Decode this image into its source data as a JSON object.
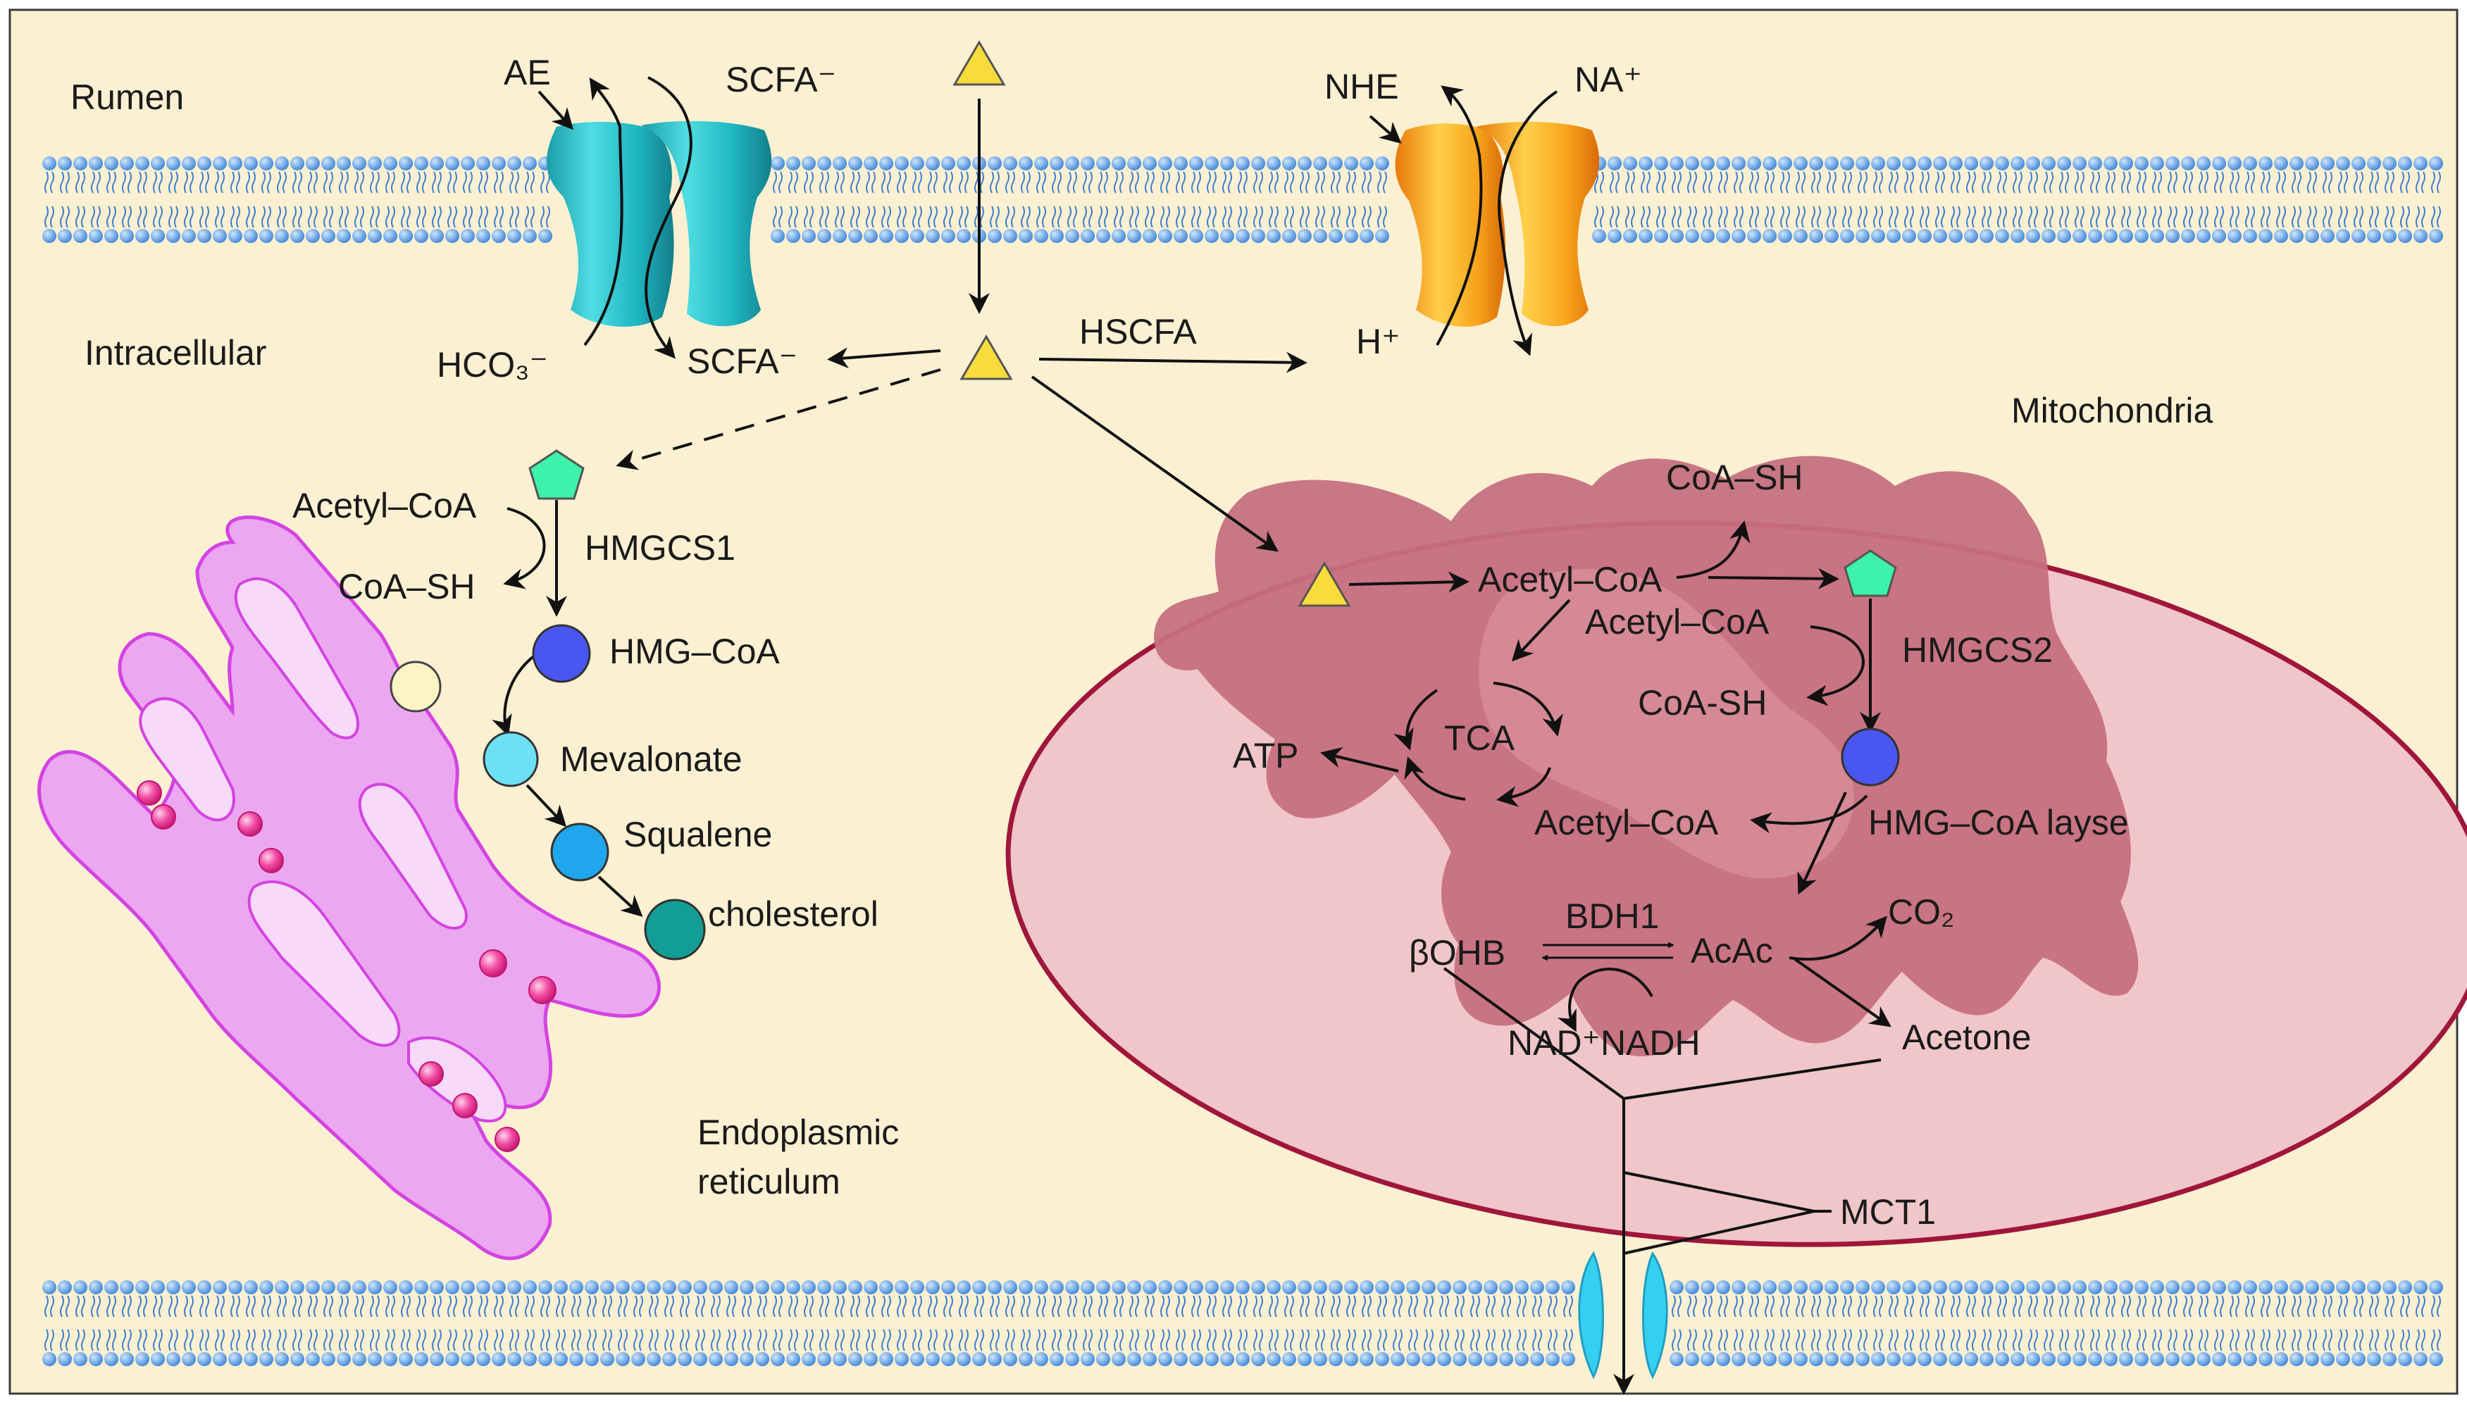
{
  "regions": {
    "rumen": "Rumen",
    "intracellular": "Intracellular",
    "mitochondria": "Mitochondria",
    "endoplasmic_line1": "Endoplasmic",
    "endoplasmic_line2": "reticulum"
  },
  "transporters": {
    "ae": "AE",
    "scfa_top": "SCFA⁻",
    "hco3": "HCO₃⁻",
    "scfa_bottom": "SCFA⁻",
    "nhe": "NHE",
    "na": "NA⁺",
    "h": "H⁺",
    "hscfa": "HSCFA",
    "mct1": "MCT1"
  },
  "cytosol_pathway": {
    "acetyl_coa": "Acetyl–CoA",
    "hmgcs1": "HMGCS1",
    "coa_sh": "CoA–SH",
    "hmg_coa": "HMG–CoA",
    "mevalonate": "Mevalonate",
    "squalene": "Squalene",
    "cholesterol": "cholesterol"
  },
  "mito_pathway": {
    "coa_sh_top": "CoA–SH",
    "acetyl_coa_1": "Acetyl–CoA",
    "acetyl_coa_2": "Acetyl–CoA",
    "hmgcs2": "HMGCS2",
    "coa_sh_2": "CoA-SH",
    "tca": "TCA",
    "atp": "ATP",
    "acetyl_coa_3": "Acetyl–CoA",
    "hmg_coa_lyase": "HMG–CoA layse",
    "bdh1": "BDH1",
    "bohb": "βOHB",
    "acac": "AcAc",
    "co2": "CO₂",
    "nad": "NAD⁺NADH",
    "acetone": "Acetone"
  },
  "colors": {
    "background": "#fcf0d2",
    "triangle": "#f7dc3c",
    "pentagon": "#3df2a9",
    "hmg_circle": "#4a56f0",
    "mevalonate_circle": "#6ee0f5",
    "squalene_circle": "#20a6ec",
    "cholesterol_circle": "#129e95",
    "er": "#e17be8",
    "mito_outer": "#f0c6c8",
    "mito_inner": "#c5707f",
    "ae_channel": "#2fc4cc",
    "nhe_channel": "#f8a316",
    "membrane_head": "#5b9ee4"
  }
}
